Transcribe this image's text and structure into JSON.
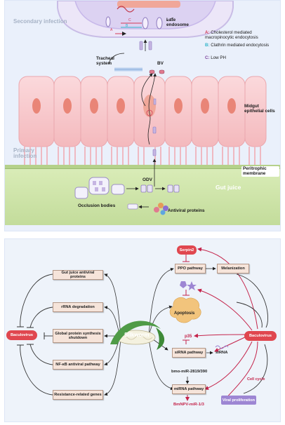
{
  "top_panel": {
    "section_secondary": "Secondary infection",
    "section_primary": "Primary infection",
    "late_endosome": "Late endosome",
    "letters": {
      "a": "A",
      "b": "B",
      "c": "C"
    },
    "legend": [
      {
        "letter": "A:",
        "text": "Cholesterol mediated macropinocytic endocytosis",
        "color": "#d23b57"
      },
      {
        "letter": "B:",
        "text": "Clathrin mediated endocytosis",
        "color": "#2fb3c9"
      },
      {
        "letter": "C:",
        "text": "Low PH",
        "color": "#7a3f9a"
      }
    ],
    "tracheal_system": "Tracheal system",
    "bv": "BV",
    "midgut_epithelial_cells": "Midgut epithelial cells",
    "peritrophic_membrane": "Peritrophic membrane",
    "odv": "ODV",
    "gut_juice": "Gut juice",
    "occlusion_bodies": "Occlusion bodies",
    "antiviral_proteins": "Antiviral proteins",
    "colors": {
      "cell": "#f7c9cc",
      "nucleus": "#e98577",
      "gut": "#cde3a8",
      "envelope": "#eae4f7"
    }
  },
  "bottom_panel": {
    "left_boxes": [
      "Gut juice antiviral proteins",
      "rRNA degradation",
      "Global protein synthesis shutdown",
      "NF-κB antiviral pathway",
      "Resistance-related genes"
    ],
    "baculovirus_left": "Baculovirus",
    "silkworm": "Silkworm",
    "serpin2": "Serpin2",
    "ppo_pathway": "PPO pathway",
    "melanization": "Melanization",
    "apoptosis": "Apoptosis",
    "p35": "p35",
    "sirna_pathway": "siRNA pathway",
    "sirna": "siRNA",
    "bmo_mir": "bmo-miR-2819/390",
    "mirna_pathway": "miRNA pathway",
    "bmnpv_mir": "BmNPV-miR-1/3",
    "viral_proliferation": "Viral proliferation",
    "cell_cycle": "Cell cycle",
    "baculovirus_right": "Baculovirus",
    "colors": {
      "baculovirus": "#e0474f",
      "viral": "#9d86d3",
      "arrow": "#c4234a",
      "box": "#f6e4da"
    }
  }
}
